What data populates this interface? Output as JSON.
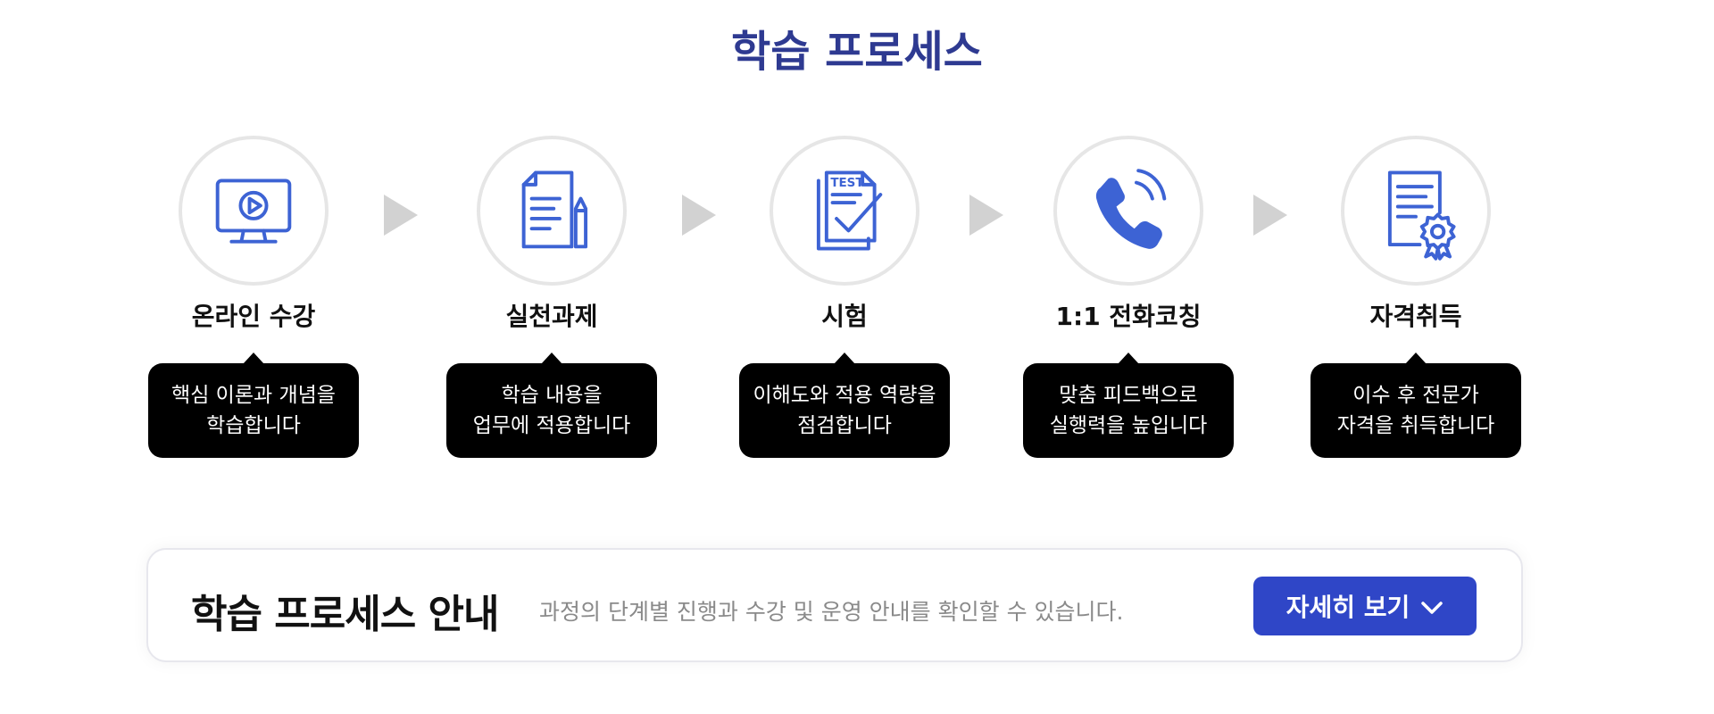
{
  "title": "학습 프로세스",
  "colors": {
    "title": "#2e3a91",
    "icon": "#3d63d4",
    "bubble": "#000000",
    "arrow": "#d2d2d2",
    "button": "#2f46c7"
  },
  "steps": [
    {
      "icon": "monitor-play-icon",
      "label": "온라인 수강",
      "desc": "핵심 이론과 개념을\n학습합니다"
    },
    {
      "icon": "document-pencil-icon",
      "label": "실천과제",
      "desc": "학습 내용을\n업무에 적용합니다"
    },
    {
      "icon": "test-check-icon",
      "label": "시험",
      "desc": "이해도와 적용 역량을\n점검합니다"
    },
    {
      "icon": "phone-icon",
      "label": "1:1 전화코칭",
      "desc": "맞춤 피드백으로\n실행력을 높입니다"
    },
    {
      "icon": "certificate-icon",
      "label": "자격취득",
      "desc": "이수 후 전문가\n자격을 취득합니다"
    }
  ],
  "info": {
    "title": "학습 프로세스 안내",
    "description": "과정의 단계별 진행과 수강 및 운영 안내를 확인할 수 있습니다.",
    "button_label": "자세히 보기",
    "button_icon": "chevron-down-icon"
  }
}
